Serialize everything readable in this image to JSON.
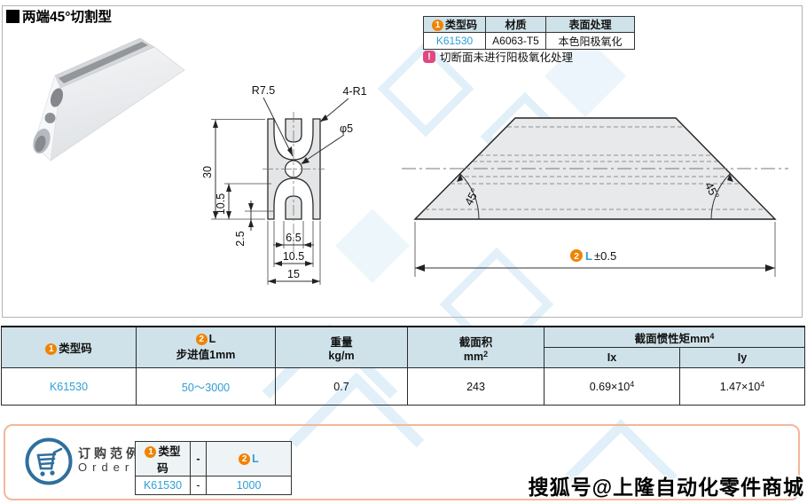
{
  "page": {
    "title": "两端45°切割型",
    "sohu_watermark": "搜狐号@上隆自动化零件商城"
  },
  "colors": {
    "accent_orange": "#f08300",
    "link_blue": "#2e9fd4",
    "table_header_blue": "#cfe2e9",
    "note_pink": "#e0487e",
    "cart_blue": "#2f6f9d",
    "order_border": "#f3b79d"
  },
  "spec_table": {
    "num": "1",
    "col_type": "类型码",
    "col_material": "材质",
    "col_surface": "表面处理",
    "type_code": "K61530",
    "material": "A6063-T5",
    "surface": "本色阳极氧化"
  },
  "note": {
    "icon": "!",
    "text": "切断面未进行阳极氧化处理"
  },
  "drawing": {
    "cross_section": {
      "slot_radius": "R7.5",
      "corner_radius": "4-R1",
      "hole_dia": "φ5",
      "dim_height": "30",
      "dim_slot_depth": "10.5",
      "dim_lip": "2.5",
      "dim_slot_open": "6.5",
      "dim_slot_inner": "10.5",
      "dim_width": "15"
    },
    "side_view": {
      "angle": "45°",
      "num": "2",
      "len_l": "L",
      "len_tol": "±0.5"
    }
  },
  "main_table": {
    "col1_num": "1",
    "col1_header": "类型码",
    "col2_num": "2",
    "col2_line1": "L",
    "col2_line2": "步进值1mm",
    "col3_line1": "重量",
    "col3_line2": "kg/m",
    "col4_line1": "截面积",
    "col4_unit_base": "mm",
    "col4_unit_sup": "2",
    "col5_header_base": "截面惯性矩mm",
    "col5_header_sup": "4",
    "col5_sub_ix": "Ix",
    "col5_sub_iy": "Iy",
    "row": {
      "type_code": "K61530",
      "l_range": "50～3000",
      "weight": "0.7",
      "area": "243",
      "ix_base": "0.69×10",
      "ix_sup": "4",
      "iy_base": "1.47×10",
      "iy_sup": "4"
    }
  },
  "order": {
    "label_cn": "订购范例",
    "label_en": "Order",
    "h_num1": "1",
    "h_col1": "类型码",
    "h_dash": "-",
    "h_num2": "2",
    "h_col2": "L",
    "r_code": "K61530",
    "r_dash": "-",
    "r_value": "1000"
  }
}
